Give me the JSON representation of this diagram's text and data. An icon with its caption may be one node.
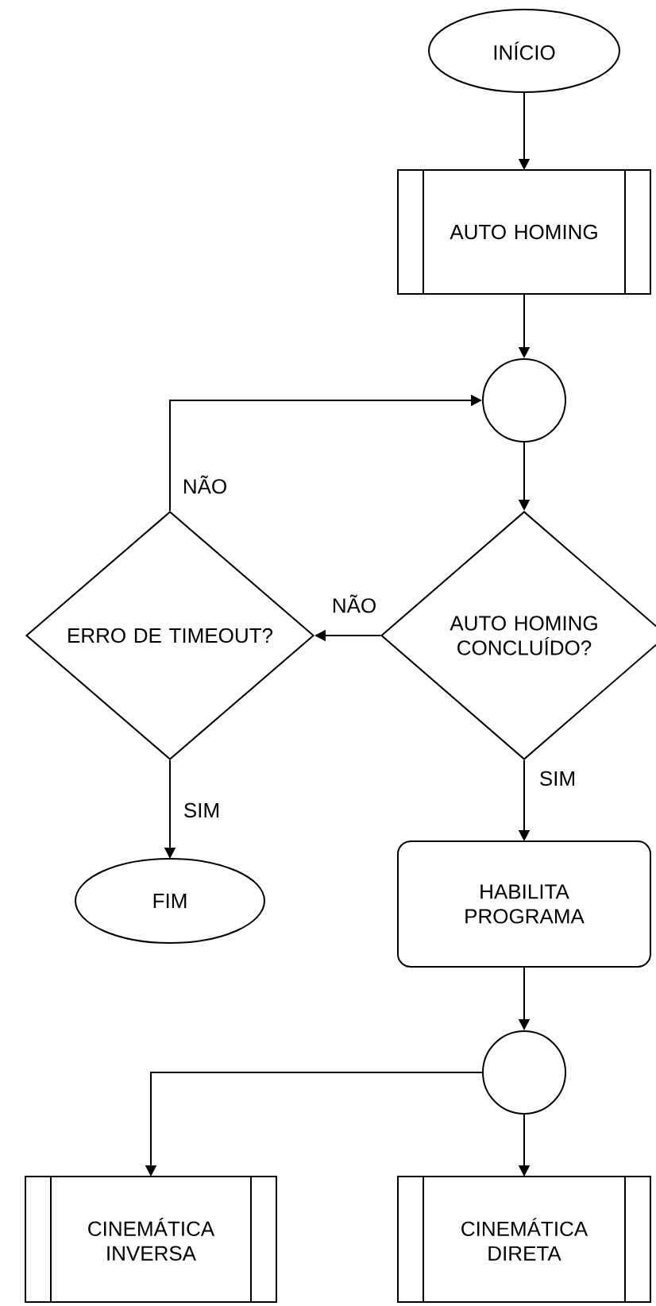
{
  "diagram": {
    "nodes": [
      {
        "text": [
          "INÍCIO"
        ]
      },
      {
        "text": [
          "AUTO HOMING"
        ]
      },
      {
        "text": [],
        "shape": "circle"
      },
      {
        "text": [
          "AUTO HOMING CONCLUÍDO?"
        ]
      },
      {
        "text": [
          "ERRO DE TIMEOUT?"
        ]
      },
      {
        "text": [
          "FIM"
        ]
      },
      {
        "text": [
          "HABILITA PROGRAMA"
        ]
      },
      {
        "text": [],
        "shape": "circle"
      },
      {
        "text": [
          "CINEMÁTICA INVERSA"
        ]
      },
      {
        "text": [
          "CINEMÁTICA DIRETA"
        ]
      }
    ],
    "edges": [
      {
        "from": 0,
        "to": 1,
        "arrow": "to"
      },
      {
        "from": 1,
        "to": 2,
        "arrow": "to"
      },
      {
        "from": 2,
        "to": 3,
        "arrow": "to"
      },
      {
        "from": 3,
        "to": 4,
        "arrow": "to",
        "label": "NÃO"
      },
      {
        "from": 4,
        "to": 2,
        "arrow": "to",
        "label": "NÃO"
      },
      {
        "from": 4,
        "to": 5,
        "arrow": "to",
        "label": "SIM"
      },
      {
        "from": 3,
        "to": 6,
        "arrow": "to",
        "label": "SIM"
      },
      {
        "from": 6,
        "to": 7,
        "arrow": "to"
      },
      {
        "from": 7,
        "to": 8,
        "arrow": "to"
      },
      {
        "from": 7,
        "to": 9,
        "arrow": "to"
      }
    ]
  }
}
